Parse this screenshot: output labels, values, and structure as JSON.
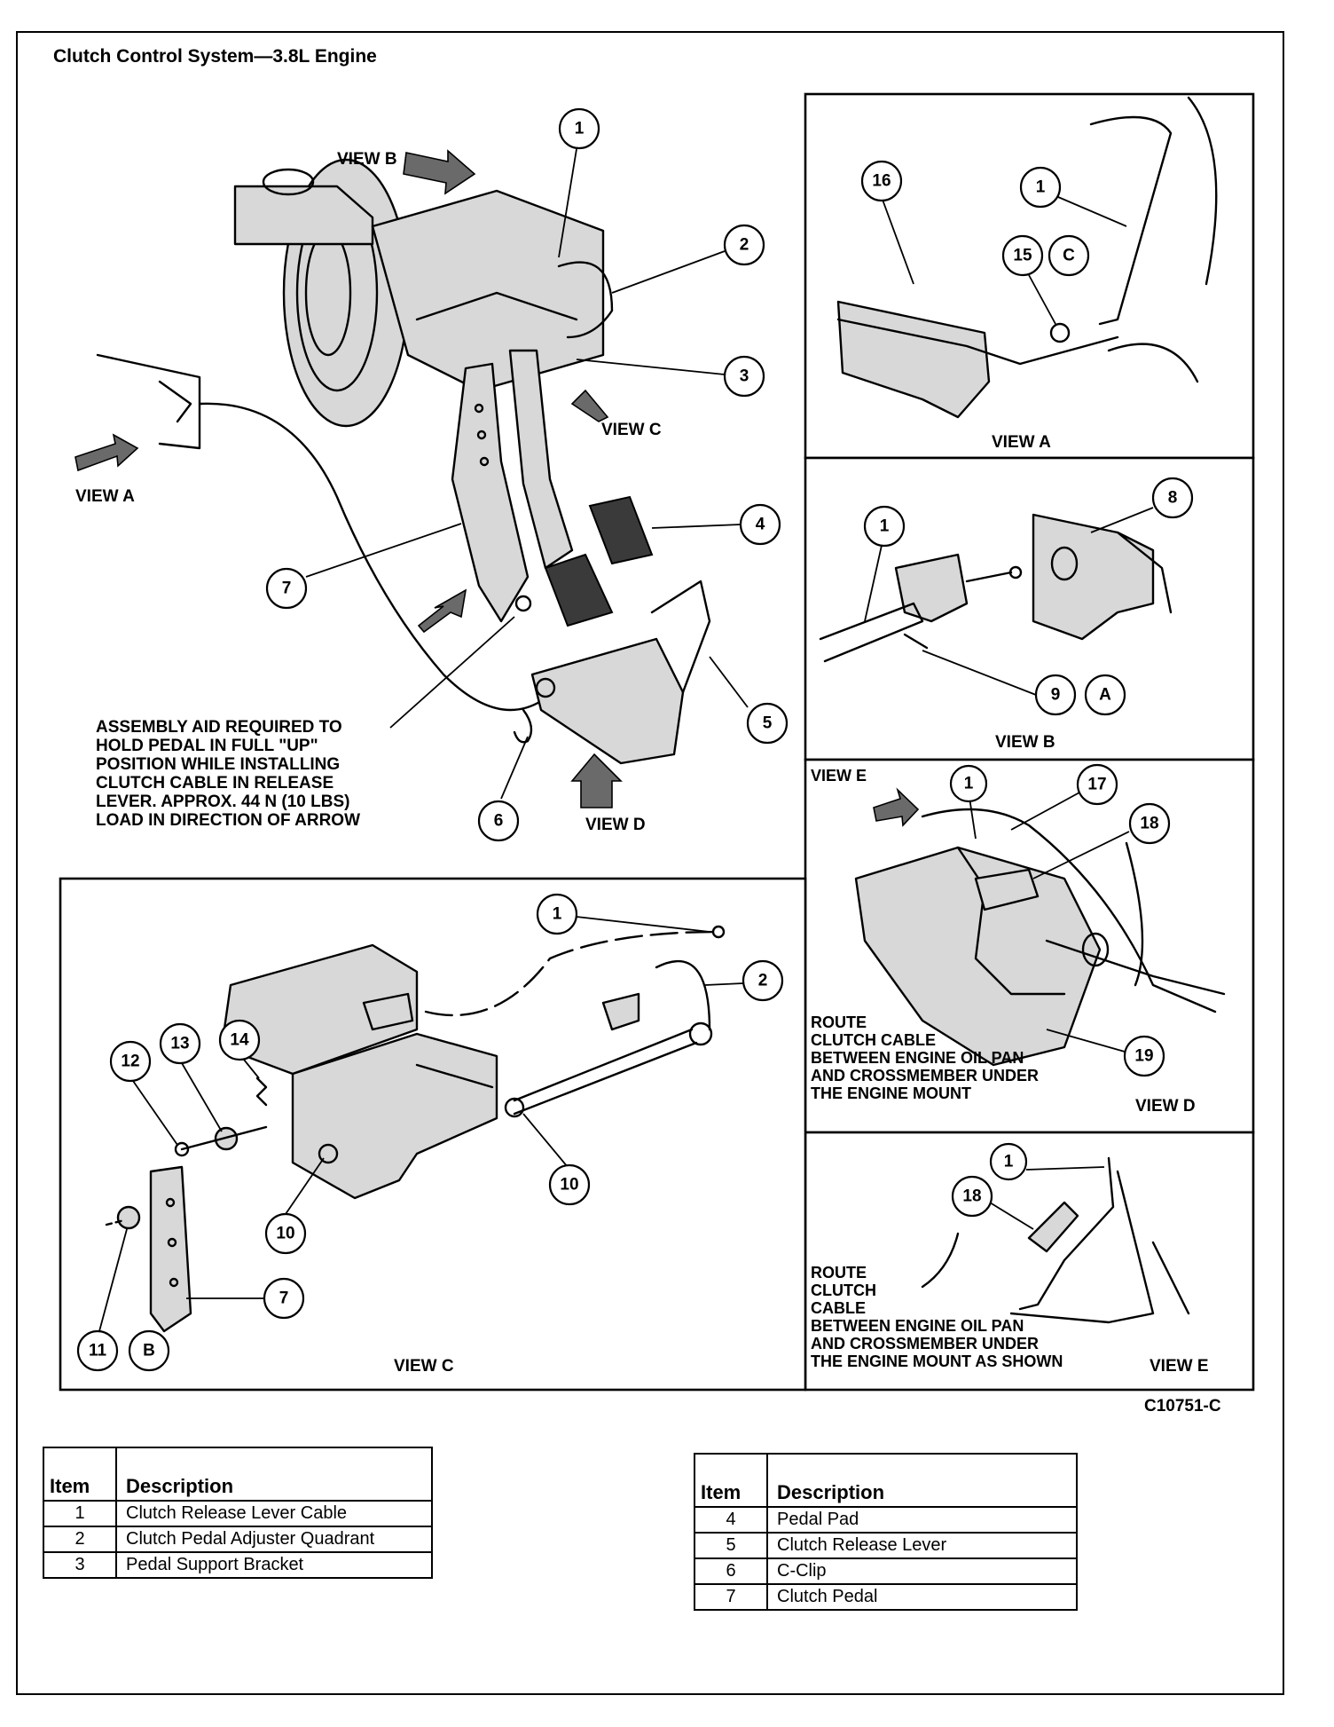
{
  "title": "Clutch Control System—3.8L Engine",
  "figure_code": "C10751-C",
  "views": {
    "view_a": "VIEW A",
    "view_b": "VIEW B",
    "view_c": "VIEW C",
    "view_d": "VIEW D",
    "view_e": "VIEW E"
  },
  "notes": {
    "assembly_aid": [
      "ASSEMBLY AID REQUIRED TO",
      "HOLD PEDAL IN FULL \"UP\"",
      "POSITION WHILE INSTALLING",
      "CLUTCH CABLE IN RELEASE",
      "LEVER. APPROX. 44 N (10 LBS)",
      "LOAD IN DIRECTION OF ARROW"
    ],
    "route_d": [
      "ROUTE",
      "CLUTCH CABLE",
      "BETWEEN ENGINE OIL PAN",
      "AND CROSSMEMBER UNDER",
      "THE ENGINE MOUNT"
    ],
    "route_e": [
      "ROUTE",
      "CLUTCH",
      "CABLE",
      "BETWEEN ENGINE OIL PAN",
      "AND CROSSMEMBER UNDER",
      "THE ENGINE MOUNT AS SHOWN"
    ]
  },
  "callouts": {
    "main": [
      "1",
      "2",
      "3",
      "4",
      "5",
      "6",
      "7"
    ],
    "view_a": [
      "16",
      "1",
      "15",
      "C"
    ],
    "view_b": [
      "1",
      "8",
      "9",
      "A"
    ],
    "view_c": [
      "1",
      "2",
      "12",
      "13",
      "14",
      "10",
      "10",
      "11",
      "B",
      "7"
    ],
    "view_d": [
      "1",
      "17",
      "18",
      "19"
    ],
    "view_e": [
      "1",
      "18"
    ]
  },
  "tables": {
    "header_item": "Item",
    "header_description": "Description",
    "left": [
      {
        "item": "1",
        "description": "Clutch Release Lever Cable"
      },
      {
        "item": "2",
        "description": "Clutch Pedal Adjuster Quadrant"
      },
      {
        "item": "3",
        "description": "Pedal Support Bracket"
      }
    ],
    "right": [
      {
        "item": "4",
        "description": "Pedal Pad"
      },
      {
        "item": "5",
        "description": "Clutch Release Lever"
      },
      {
        "item": "6",
        "description": "C-Clip"
      },
      {
        "item": "7",
        "description": "Clutch Pedal"
      }
    ]
  }
}
